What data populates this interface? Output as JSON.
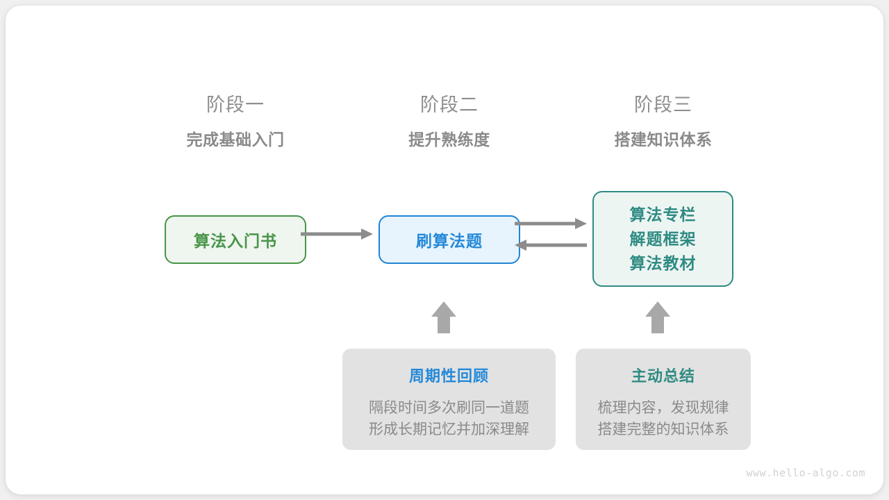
{
  "canvas": {
    "background": "#ffffff",
    "page_background": "#f0f0f0"
  },
  "stages": [
    {
      "index_label": "阶段一",
      "title": "完成基础入门"
    },
    {
      "index_label": "阶段二",
      "title": "提升熟练度"
    },
    {
      "index_label": "阶段三",
      "title": "搭建知识体系"
    }
  ],
  "nodes": {
    "book": {
      "label": "算法入门书",
      "border_color": "#479548",
      "fill_color": "#eff5ef",
      "text_color": "#479548"
    },
    "practice": {
      "label": "刷算法题",
      "border_color": "#1f84d6",
      "fill_color": "#e8f4fd",
      "text_color": "#2489d8"
    },
    "resources": {
      "line1": "算法专栏",
      "line2": "解题框架",
      "line3": "算法教材",
      "border_color": "#2e8b82",
      "fill_color": "#edf5f3",
      "text_color": "#2e8b82"
    }
  },
  "methods": [
    {
      "title": "周期性回顾",
      "title_color": "#2489d8",
      "body_line1": "隔段时间多次刷同一道题",
      "body_line2": "形成长期记忆并加深理解",
      "fill_color": "#e2e2e2"
    },
    {
      "title": "主动总结",
      "title_color": "#2e8b82",
      "body_line1": "梳理内容，发现规律",
      "body_line2": "搭建完整的知识体系",
      "fill_color": "#e2e2e2"
    }
  ],
  "connectors": {
    "color": "#8c8c8c",
    "book_to_practice": "arrow-right",
    "practice_to_resources": "arrow-right",
    "resources_to_practice": "arrow-left",
    "review_to_practice": "arrow-up",
    "summary_to_resources": "arrow-up"
  },
  "watermark": {
    "text": "www.hello-algo.com",
    "color": "#d2d2d2"
  }
}
